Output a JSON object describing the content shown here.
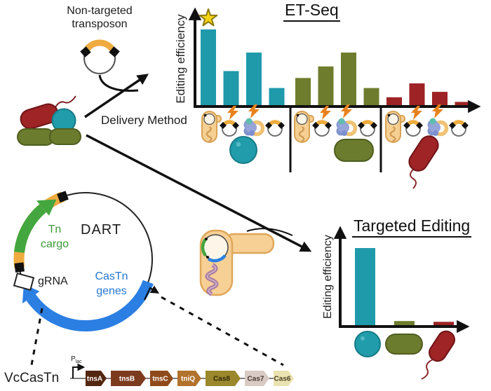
{
  "figure": {
    "top_left_label": "Non-targeted transposon",
    "delivery_method_label": "Delivery Method",
    "dart_plasmid": {
      "title": "DART",
      "tn_cargo_label": "Tn cargo",
      "grna_label": "gRNA",
      "castn_label": "CasTn genes"
    },
    "operon": {
      "name": "VcCasTn",
      "promoter": {
        "base": "P",
        "sub": "lac"
      },
      "genes": [
        {
          "label": "tnsA",
          "fill": "#53260f",
          "text": "#ffffff",
          "width": 30
        },
        {
          "label": "tnsB",
          "fill": "#7d3b1e",
          "text": "#ffffff",
          "width": 50
        },
        {
          "label": "tnsC",
          "fill": "#8f4a1b",
          "text": "#ffffff",
          "width": 33
        },
        {
          "label": "tniQ",
          "fill": "#b1722c",
          "text": "#ffffff",
          "width": 34
        },
        {
          "label": "Cas8",
          "fill": "#9c882c",
          "text": "#33290a",
          "width": 50
        },
        {
          "label": "Cas7",
          "fill": "#d9cac4",
          "text": "#4a3a32",
          "width": 35
        },
        {
          "label": "Cas6",
          "fill": "#eae2b0",
          "text": "#4a4326",
          "width": 29
        }
      ]
    },
    "icons": [
      "plasmid-icon",
      "lightning-bolt-icon",
      "rnp-protein-icon",
      "conjugation-donor-cell-icon",
      "teal-coccus-icon",
      "olive-rod-icon",
      "red-rod-icon",
      "star-icon",
      "dna-chromosome-icon",
      "promoter-arrow-icon"
    ],
    "colors": {
      "teal": "#1f9aab",
      "olive": "#6e7d2d",
      "red": "#9d2325",
      "orange": "#efab3f",
      "green": "#43a63f",
      "blue": "#2b7fe3",
      "tan_cell": "#f6cf92",
      "star_yellow": "#f4d216",
      "bolt_orange": "#e8821d"
    }
  },
  "chart_data": [
    {
      "type": "bar",
      "title": "ET-Seq",
      "ylabel": "Editing efficiency",
      "xlabel": "Delivery Method",
      "ylim": [
        0,
        1
      ],
      "grid": false,
      "categories": [
        "conjugation",
        "electroporation plasmid",
        "electroporation RNP",
        "natural transformation"
      ],
      "series": [
        {
          "name": "teal coccus",
          "color": "#1f9aab",
          "values": [
            1.0,
            0.46,
            0.7,
            0.24
          ]
        },
        {
          "name": "olive rod",
          "color": "#6e7d2d",
          "values": [
            0.37,
            0.52,
            0.7,
            0.24
          ]
        },
        {
          "name": "red rod",
          "color": "#9d2325",
          "values": [
            0.12,
            0.3,
            0.19,
            0.06
          ]
        }
      ],
      "annotations": [
        {
          "type": "star",
          "series": "teal coccus",
          "category": "conjugation",
          "note": "highest editing efficiency"
        }
      ]
    },
    {
      "type": "bar",
      "title": "Targeted Editing",
      "ylabel": "Editing efficiency",
      "ylim": [
        0,
        1
      ],
      "grid": false,
      "categories": [
        "teal coccus",
        "olive rod",
        "red rod"
      ],
      "values": [
        1.0,
        0.07,
        0.06
      ],
      "colors": [
        "#1f9aab",
        "#6e7d2d",
        "#9d2325"
      ]
    }
  ]
}
